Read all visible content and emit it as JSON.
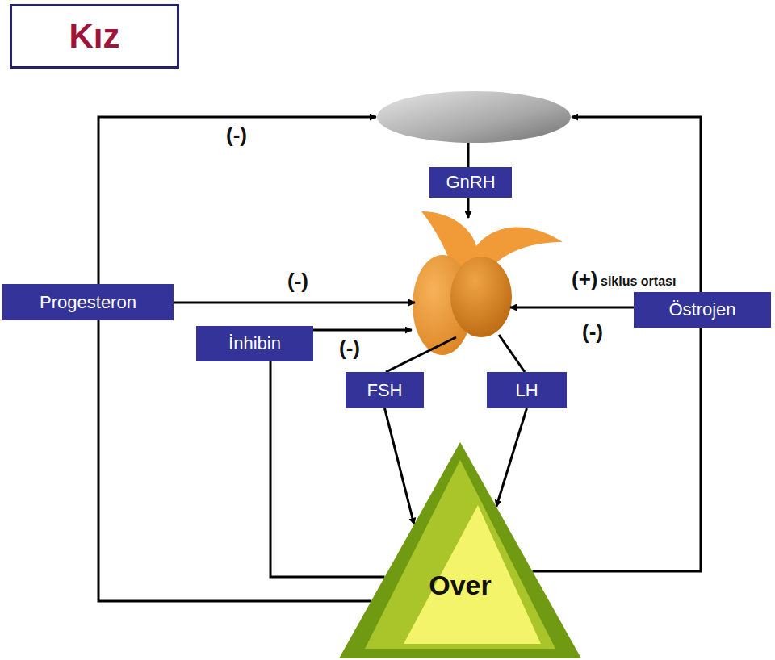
{
  "diagram": {
    "title": "Kız",
    "nodes": [
      {
        "text": [
          "GnRH"
        ]
      },
      {
        "text": [
          "Progesteron"
        ]
      },
      {
        "text": [
          "Östrojen"
        ]
      },
      {
        "text": [
          "İnhibin"
        ]
      },
      {
        "text": [
          "FSH"
        ]
      },
      {
        "text": [
          "LH"
        ]
      },
      {
        "text": [
          "Over"
        ]
      }
    ],
    "edges": [
      {
        "from": 4,
        "to": 6,
        "arrow": "to"
      },
      {
        "from": 5,
        "to": 6,
        "arrow": "to"
      },
      {
        "from": 6,
        "to": 1,
        "arrow": "none"
      },
      {
        "from": 6,
        "to": 3,
        "arrow": "none"
      },
      {
        "from": 6,
        "to": 2,
        "arrow": "none"
      }
    ],
    "labels": [
      "(-)",
      "(-)",
      "(-)",
      "(-)",
      "(+)",
      "siklus ortası"
    ]
  }
}
